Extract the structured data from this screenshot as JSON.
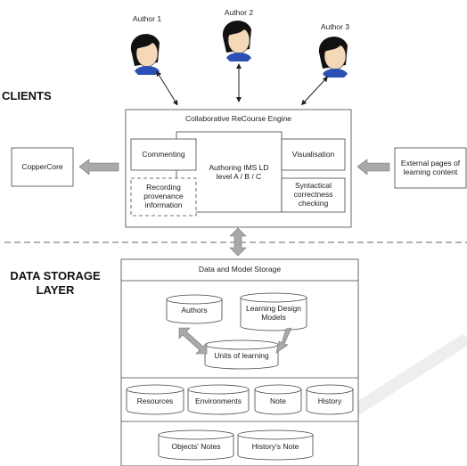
{
  "authors": [
    "Author 1",
    "Author 2",
    "Author 3"
  ],
  "layers": {
    "clients": "CLIENTS",
    "data_storage_line1": "DATA STORAGE",
    "data_storage_line2": "LAYER"
  },
  "engine": {
    "title": "Collaborative ReCourse Engine",
    "commenting": "Commenting",
    "authoring_line1": "Authoring IMS LD",
    "authoring_line2": "level A / B / C",
    "visualisation": "Visualisation",
    "recording_line1": "Recording",
    "recording_line2": "provenance",
    "recording_line3": "information",
    "syntactical_line1": "Syntactical",
    "syntactical_line2": "correctness",
    "syntactical_line3": "checking"
  },
  "coppercore": "CopperCore",
  "external_line1": "External pages of",
  "external_line2": "learning content",
  "storage": {
    "title": "Data and Model Storage",
    "authors": "Authors",
    "ld_models_line1": "Learning Design",
    "ld_models_line2": "Models",
    "units": "Units of learning",
    "resources": "Resources",
    "environments": "Environments",
    "note": "Note",
    "history": "History",
    "objects_notes": "Objects' Notes",
    "history_note": "History's Note"
  }
}
